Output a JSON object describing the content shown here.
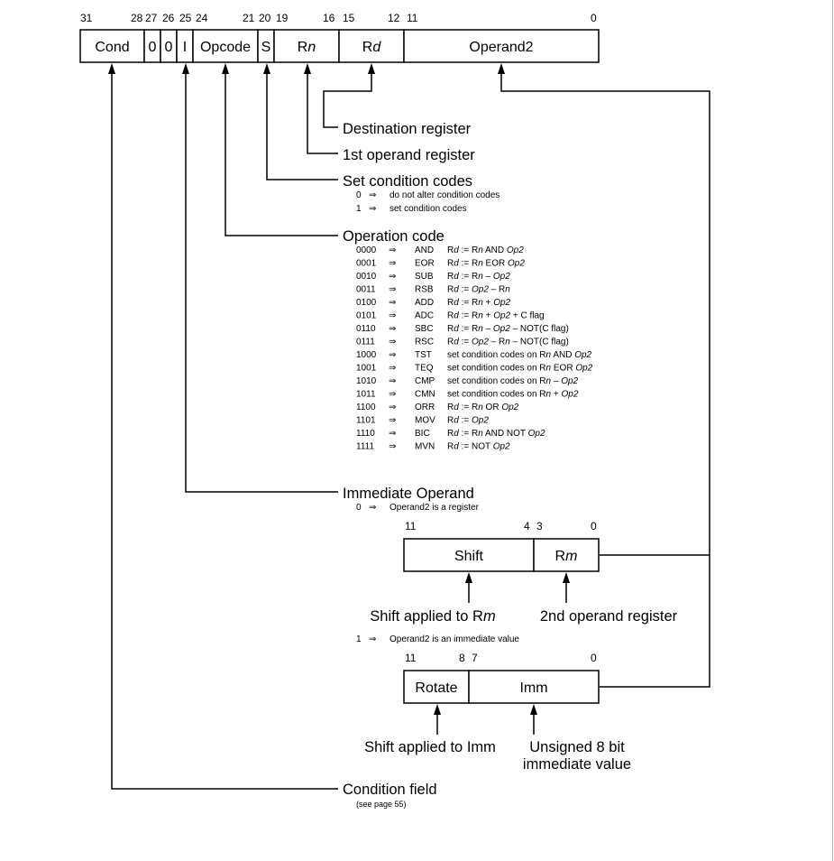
{
  "main_format": {
    "bit_numbers": [
      "31",
      "28",
      "27",
      "26",
      "25",
      "24",
      "21",
      "20",
      "19",
      "16",
      "15",
      "12",
      "11",
      "0"
    ],
    "fields": [
      {
        "label": "Cond",
        "suffix": ""
      },
      {
        "label": "0",
        "suffix": ""
      },
      {
        "label": "0",
        "suffix": ""
      },
      {
        "label": "I",
        "suffix": ""
      },
      {
        "label": "Opcode",
        "suffix": ""
      },
      {
        "label": "S",
        "suffix": ""
      },
      {
        "label": "R",
        "suffix": "n"
      },
      {
        "label": "R",
        "suffix": "d"
      },
      {
        "label": "Operand2",
        "suffix": ""
      }
    ]
  },
  "annotations": {
    "destination_register": "Destination register",
    "first_operand_register": "1st operand register",
    "set_condition_codes": {
      "title": "Set condition codes",
      "rows": [
        {
          "code": "0",
          "arrow": "⇒",
          "desc": "do not alter condition codes"
        },
        {
          "code": "1",
          "arrow": "⇒",
          "desc": "set condition codes"
        }
      ]
    },
    "operation_code": {
      "title": "Operation code",
      "rows": [
        {
          "code": "0000",
          "arrow": "⇒",
          "mnemonic": "AND",
          "parts": [
            [
              "Rd",
              "Rd"
            ],
            [
              " := ",
              "t"
            ],
            [
              "Rn",
              "Rn"
            ],
            [
              " AND ",
              "t"
            ],
            [
              "Op2",
              "i"
            ]
          ]
        },
        {
          "code": "0001",
          "arrow": "⇒",
          "mnemonic": "EOR",
          "parts": [
            [
              "Rd",
              "Rd"
            ],
            [
              " := ",
              "t"
            ],
            [
              "Rn",
              "Rn"
            ],
            [
              " EOR ",
              "t"
            ],
            [
              "Op2",
              "i"
            ]
          ]
        },
        {
          "code": "0010",
          "arrow": "⇒",
          "mnemonic": "SUB",
          "parts": [
            [
              "Rd",
              "Rd"
            ],
            [
              " := ",
              "t"
            ],
            [
              "Rn",
              "Rn"
            ],
            [
              " – ",
              "t"
            ],
            [
              "Op2",
              "i"
            ]
          ]
        },
        {
          "code": "0011",
          "arrow": "⇒",
          "mnemonic": "RSB",
          "parts": [
            [
              "Rd",
              "Rd"
            ],
            [
              " := ",
              "t"
            ],
            [
              "Op2",
              "i"
            ],
            [
              " – ",
              "t"
            ],
            [
              "Rn",
              "Rn"
            ]
          ]
        },
        {
          "code": "0100",
          "arrow": "⇒",
          "mnemonic": "ADD",
          "parts": [
            [
              "Rd",
              "Rd"
            ],
            [
              " := ",
              "t"
            ],
            [
              "Rn",
              "Rn"
            ],
            [
              " + ",
              "t"
            ],
            [
              "Op2",
              "i"
            ]
          ]
        },
        {
          "code": "0101",
          "arrow": "⇒",
          "mnemonic": "ADC",
          "parts": [
            [
              "Rd",
              "Rd"
            ],
            [
              " := ",
              "t"
            ],
            [
              "Rn",
              "Rn"
            ],
            [
              " + ",
              "t"
            ],
            [
              "Op2",
              "i"
            ],
            [
              " + C flag",
              "t"
            ]
          ]
        },
        {
          "code": "0110",
          "arrow": "⇒",
          "mnemonic": "SBC",
          "parts": [
            [
              "Rd",
              "Rd"
            ],
            [
              " := ",
              "t"
            ],
            [
              "Rn",
              "Rn"
            ],
            [
              " – ",
              "t"
            ],
            [
              "Op2",
              "i"
            ],
            [
              " – NOT(C flag)",
              "t"
            ]
          ]
        },
        {
          "code": "0111",
          "arrow": "⇒",
          "mnemonic": "RSC",
          "parts": [
            [
              "Rd",
              "Rd"
            ],
            [
              " := ",
              "t"
            ],
            [
              "Op2",
              "i"
            ],
            [
              " – ",
              "t"
            ],
            [
              "Rn",
              "Rn"
            ],
            [
              " – NOT(C flag)",
              "t"
            ]
          ]
        },
        {
          "code": "1000",
          "arrow": "⇒",
          "mnemonic": "TST",
          "parts": [
            [
              "set condition codes on ",
              "t"
            ],
            [
              "Rn",
              "Rn"
            ],
            [
              " AND ",
              "t"
            ],
            [
              "Op2",
              "i"
            ]
          ]
        },
        {
          "code": "1001",
          "arrow": "⇒",
          "mnemonic": "TEQ",
          "parts": [
            [
              "set condition codes on ",
              "t"
            ],
            [
              "Rn",
              "Rn"
            ],
            [
              " EOR ",
              "t"
            ],
            [
              "Op2",
              "i"
            ]
          ]
        },
        {
          "code": "1010",
          "arrow": "⇒",
          "mnemonic": "CMP",
          "parts": [
            [
              "set condition codes on ",
              "t"
            ],
            [
              "Rn",
              "Rn"
            ],
            [
              " – ",
              "t"
            ],
            [
              "Op2",
              "i"
            ]
          ]
        },
        {
          "code": "1011",
          "arrow": "⇒",
          "mnemonic": "CMN",
          "parts": [
            [
              "set condition codes on ",
              "t"
            ],
            [
              "Rn",
              "Rn"
            ],
            [
              " + ",
              "t"
            ],
            [
              "Op2",
              "i"
            ]
          ]
        },
        {
          "code": "1100",
          "arrow": "⇒",
          "mnemonic": "ORR",
          "parts": [
            [
              "Rd",
              "Rd"
            ],
            [
              " := ",
              "t"
            ],
            [
              "Rn",
              "Rn"
            ],
            [
              " OR ",
              "t"
            ],
            [
              "Op2",
              "i"
            ]
          ]
        },
        {
          "code": "1101",
          "arrow": "⇒",
          "mnemonic": "MOV",
          "parts": [
            [
              "Rd",
              "Rd"
            ],
            [
              " := ",
              "t"
            ],
            [
              "Op2",
              "i"
            ]
          ]
        },
        {
          "code": "1110",
          "arrow": "⇒",
          "mnemonic": "BIC",
          "parts": [
            [
              "Rd",
              "Rd"
            ],
            [
              " := ",
              "t"
            ],
            [
              "Rn",
              "Rn"
            ],
            [
              " AND NOT ",
              "t"
            ],
            [
              "Op2",
              "i"
            ]
          ]
        },
        {
          "code": "1111",
          "arrow": "⇒",
          "mnemonic": "MVN",
          "parts": [
            [
              "Rd",
              "Rd"
            ],
            [
              " := NOT ",
              "t"
            ],
            [
              "Op2",
              "i"
            ]
          ]
        }
      ]
    },
    "immediate_operand": {
      "title": "Immediate Operand",
      "register_case": {
        "code": "0",
        "arrow": "⇒",
        "desc": "Operand2 is a register"
      },
      "immediate_case": {
        "code": "1",
        "arrow": "⇒",
        "desc": "Operand2 is an immediate value"
      }
    },
    "condition_field": {
      "title": "Condition field",
      "note": "(see page 55)"
    }
  },
  "register_format": {
    "bit_numbers": [
      "11",
      "4",
      "3",
      "0"
    ],
    "fields": [
      {
        "label": "Shift",
        "suffix": ""
      },
      {
        "label": "R",
        "suffix": "m"
      }
    ],
    "labels": {
      "shift": "Shift applied to R",
      "shift_suffix": "m",
      "register": "2nd operand register"
    }
  },
  "immediate_format": {
    "bit_numbers": [
      "11",
      "8",
      "7",
      "0"
    ],
    "fields": [
      {
        "label": "Rotate",
        "suffix": ""
      },
      {
        "label": "Imm",
        "suffix": ""
      }
    ],
    "labels": {
      "rotate": "Shift applied to Imm",
      "imm_line1": "Unsigned 8 bit",
      "imm_line2": "immediate value"
    }
  }
}
